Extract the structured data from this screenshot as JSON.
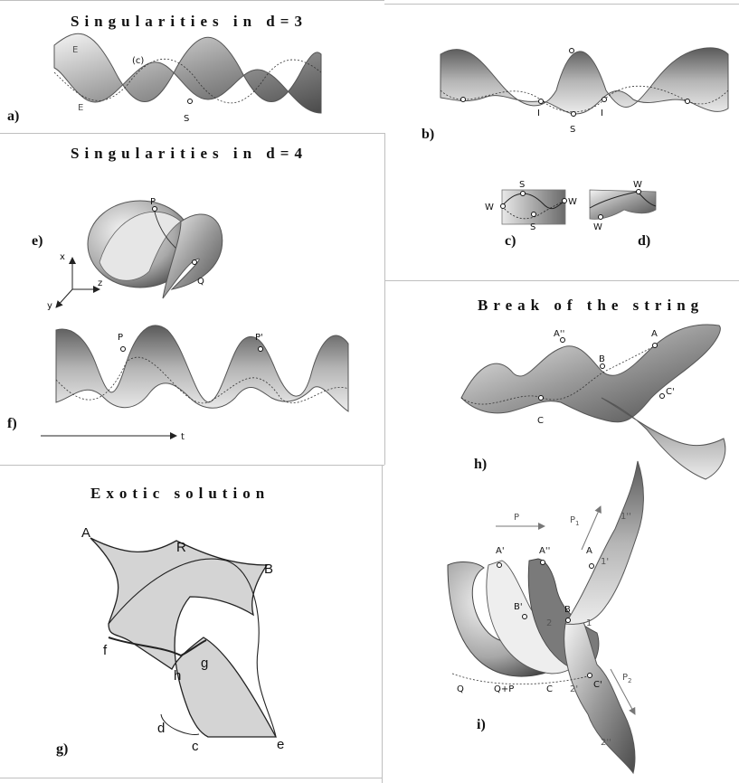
{
  "titles": {
    "d3": "Singularities in d=3",
    "d4": "Singularities in d=4",
    "break": "Break of the string",
    "exotic": "Exotic solution"
  },
  "panels": {
    "a": "a)",
    "b": "b)",
    "c": "c)",
    "d": "d)",
    "e": "e)",
    "f": "f)",
    "g": "g)",
    "h": "h)",
    "i": "i)"
  },
  "labels": {
    "a": {
      "E1": "E",
      "E2": "E",
      "C": "(c)",
      "S": "S"
    },
    "b": {
      "I1": "I",
      "S": "S",
      "I2": "I"
    },
    "c": {
      "S1": "S",
      "W1": "W",
      "W2": "W",
      "S2": "S"
    },
    "d": {
      "W1": "W",
      "W2": "W"
    },
    "e": {
      "P": "P",
      "Q": "Q",
      "x": "x",
      "y": "y",
      "z": "z"
    },
    "f": {
      "P": "P",
      "P2": "P'",
      "t": "t"
    },
    "h": {
      "A2": "A''",
      "A": "A",
      "B": "B",
      "C2": "C'",
      "C": "C"
    },
    "g": {
      "A": "A",
      "R": "R",
      "B": "B",
      "f": "f",
      "g": "g",
      "h": "h",
      "d": "d",
      "c": "c",
      "e": "e"
    },
    "i": {
      "P": "P",
      "P1": "P",
      "P1sub": "1",
      "P2": "P",
      "P2sub": "2",
      "A1": "A'",
      "A2": "A''",
      "A": "A",
      "B1": "B'",
      "B": "B",
      "n1pp": "1''",
      "n1p": "1'",
      "n1": "1",
      "n2": "2",
      "Q": "Q",
      "QP": "Q+P",
      "C": "C",
      "n2p": "2'",
      "C1": "C'",
      "n2pp": "2''"
    }
  }
}
